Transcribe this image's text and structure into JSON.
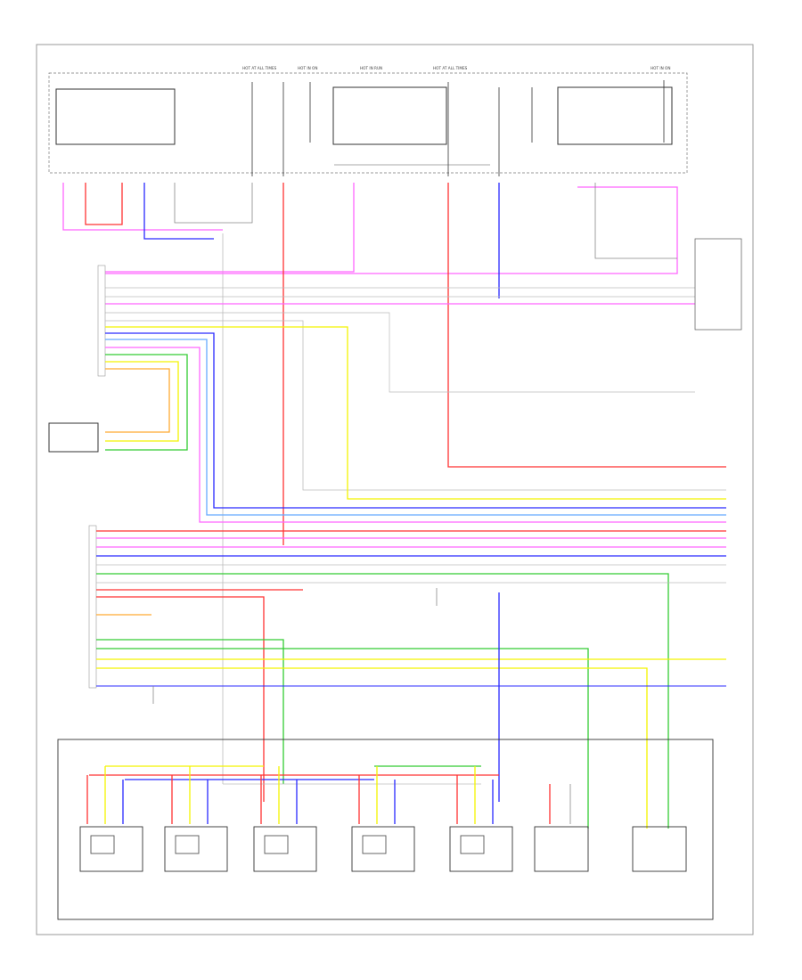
{
  "diagram": {
    "footer_code": "",
    "fuse_labels": [
      "HOT AT ALL TIMES",
      "HOT IN ON",
      "HOT IN RUN",
      "HOT AT ALL TIMES",
      "HOT IN ON"
    ],
    "modules": [
      {
        "id": "m1",
        "label": ""
      },
      {
        "id": "m2",
        "label": ""
      },
      {
        "id": "m3",
        "label": ""
      },
      {
        "id": "m4",
        "label": ""
      },
      {
        "id": "m5",
        "label": ""
      },
      {
        "id": "m6",
        "label": ""
      },
      {
        "id": "m7",
        "label": ""
      }
    ],
    "wire_colors": {
      "pink": "#ff66ff",
      "red": "#ff3333",
      "blue": "#2a2aff",
      "yellow": "#f4f400",
      "green": "#33cc33",
      "gray": "#bbbbbb",
      "orange": "#ffaa33",
      "lightblue": "#66aaff",
      "black": "#333333",
      "darkgray": "#888888"
    }
  }
}
